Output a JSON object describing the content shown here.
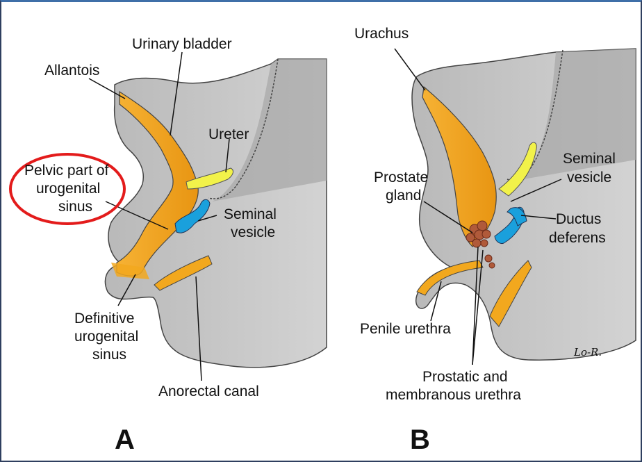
{
  "panels": {
    "A": {
      "letter": "A",
      "labels": {
        "urinary_bladder": "Urinary bladder",
        "allantois": "Allantois",
        "ureter": "Ureter",
        "pelvic_part_line1": "Pelvic part of",
        "pelvic_part_line2": "urogenital",
        "pelvic_part_line3": "sinus",
        "seminal_vesicle_line1": "Seminal",
        "seminal_vesicle_line2": "vesicle",
        "definitive_line1": "Definitive",
        "definitive_line2": "urogenital",
        "definitive_line3": "sinus",
        "anorectal_canal": "Anorectal canal"
      }
    },
    "B": {
      "letter": "B",
      "labels": {
        "urachus": "Urachus",
        "seminal_vesicle_line1": "Seminal",
        "seminal_vesicle_line2": "vesicle",
        "prostate_line1": "Prostate",
        "prostate_line2": "gland",
        "ductus_line1": "Ductus",
        "ductus_line2": "deferens",
        "penile_urethra": "Penile urethra",
        "prostatic_line1": "Prostatic and",
        "prostatic_line2": "membranous urethra",
        "signature": "Lo-R."
      }
    }
  },
  "colors": {
    "tissue": "#c8c8c8",
    "tissue_dark": "#9a9a9a",
    "urogenital": "#f2a81e",
    "ureter": "#f2f24a",
    "seminal": "#1aa0dc",
    "prostate": "#b05a3a",
    "highlight": "#e31b1b"
  }
}
